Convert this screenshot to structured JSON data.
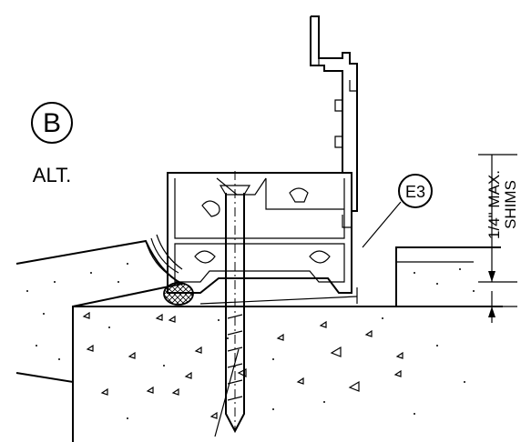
{
  "detail": {
    "callout_letter": "B",
    "callout_note": "ALT.",
    "tag": "E3",
    "dimension_text": "1/4\" MAX.",
    "shims_text": "SHIMS"
  },
  "colors": {
    "ink": "#000000",
    "background": "#ffffff"
  }
}
